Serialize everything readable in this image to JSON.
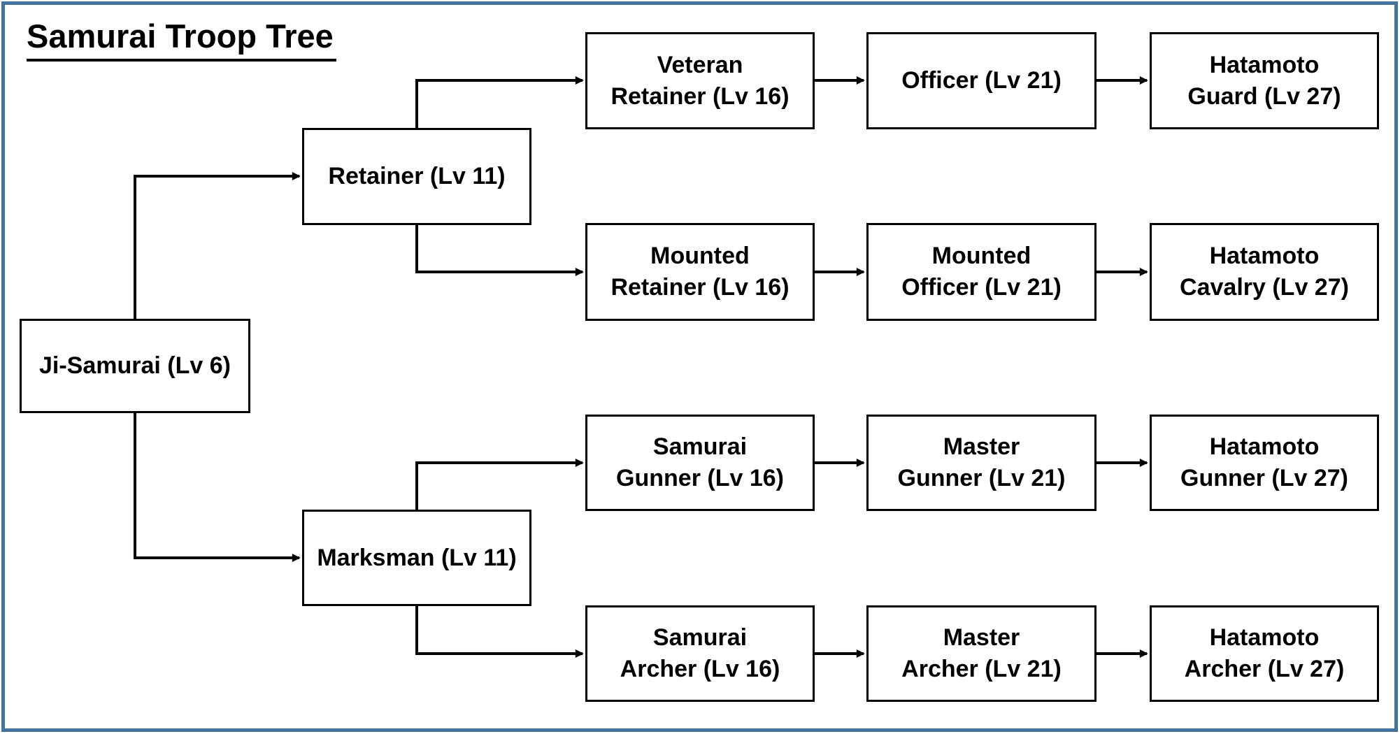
{
  "title": "Samurai Troop Tree",
  "colors": {
    "frame_border": "#44739F",
    "node_border": "#000000",
    "node_fill": "#FFFFFF",
    "text": "#000000",
    "background": "#FFFFFF"
  },
  "diagram": {
    "type": "troop-upgrade-tree",
    "nodes": [
      {
        "id": "ji-samurai",
        "label": "Ji-Samurai (Lv 6)",
        "level": 6,
        "tier": 1
      },
      {
        "id": "retainer",
        "label": "Retainer (Lv 11)",
        "level": 11,
        "tier": 2
      },
      {
        "id": "marksman",
        "label": "Marksman (Lv 11)",
        "level": 11,
        "tier": 2
      },
      {
        "id": "veteran-retainer",
        "label": "Veteran\nRetainer (Lv 16)",
        "level": 16,
        "tier": 3
      },
      {
        "id": "mounted-retainer",
        "label": "Mounted\nRetainer (Lv 16)",
        "level": 16,
        "tier": 3
      },
      {
        "id": "samurai-gunner",
        "label": "Samurai\nGunner (Lv 16)",
        "level": 16,
        "tier": 3
      },
      {
        "id": "samurai-archer",
        "label": "Samurai\nArcher (Lv 16)",
        "level": 16,
        "tier": 3
      },
      {
        "id": "officer",
        "label": "Officer (Lv 21)",
        "level": 21,
        "tier": 4
      },
      {
        "id": "mounted-officer",
        "label": "Mounted\nOfficer (Lv 21)",
        "level": 21,
        "tier": 4
      },
      {
        "id": "master-gunner",
        "label": "Master\nGunner (Lv 21)",
        "level": 21,
        "tier": 4
      },
      {
        "id": "master-archer",
        "label": "Master\nArcher (Lv 21)",
        "level": 21,
        "tier": 4
      },
      {
        "id": "hatamoto-guard",
        "label": "Hatamoto\nGuard (Lv 27)",
        "level": 27,
        "tier": 5
      },
      {
        "id": "hatamoto-cavalry",
        "label": "Hatamoto\nCavalry (Lv 27)",
        "level": 27,
        "tier": 5
      },
      {
        "id": "hatamoto-gunner",
        "label": "Hatamoto\nGunner (Lv 27)",
        "level": 27,
        "tier": 5
      },
      {
        "id": "hatamoto-archer",
        "label": "Hatamoto\nArcher (Lv 27)",
        "level": 27,
        "tier": 5
      }
    ],
    "edges": [
      [
        "ji-samurai",
        "retainer"
      ],
      [
        "ji-samurai",
        "marksman"
      ],
      [
        "retainer",
        "veteran-retainer"
      ],
      [
        "retainer",
        "mounted-retainer"
      ],
      [
        "marksman",
        "samurai-gunner"
      ],
      [
        "marksman",
        "samurai-archer"
      ],
      [
        "veteran-retainer",
        "officer"
      ],
      [
        "officer",
        "hatamoto-guard"
      ],
      [
        "mounted-retainer",
        "mounted-officer"
      ],
      [
        "mounted-officer",
        "hatamoto-cavalry"
      ],
      [
        "samurai-gunner",
        "master-gunner"
      ],
      [
        "master-gunner",
        "hatamoto-gunner"
      ],
      [
        "samurai-archer",
        "master-archer"
      ],
      [
        "master-archer",
        "hatamoto-archer"
      ]
    ]
  }
}
